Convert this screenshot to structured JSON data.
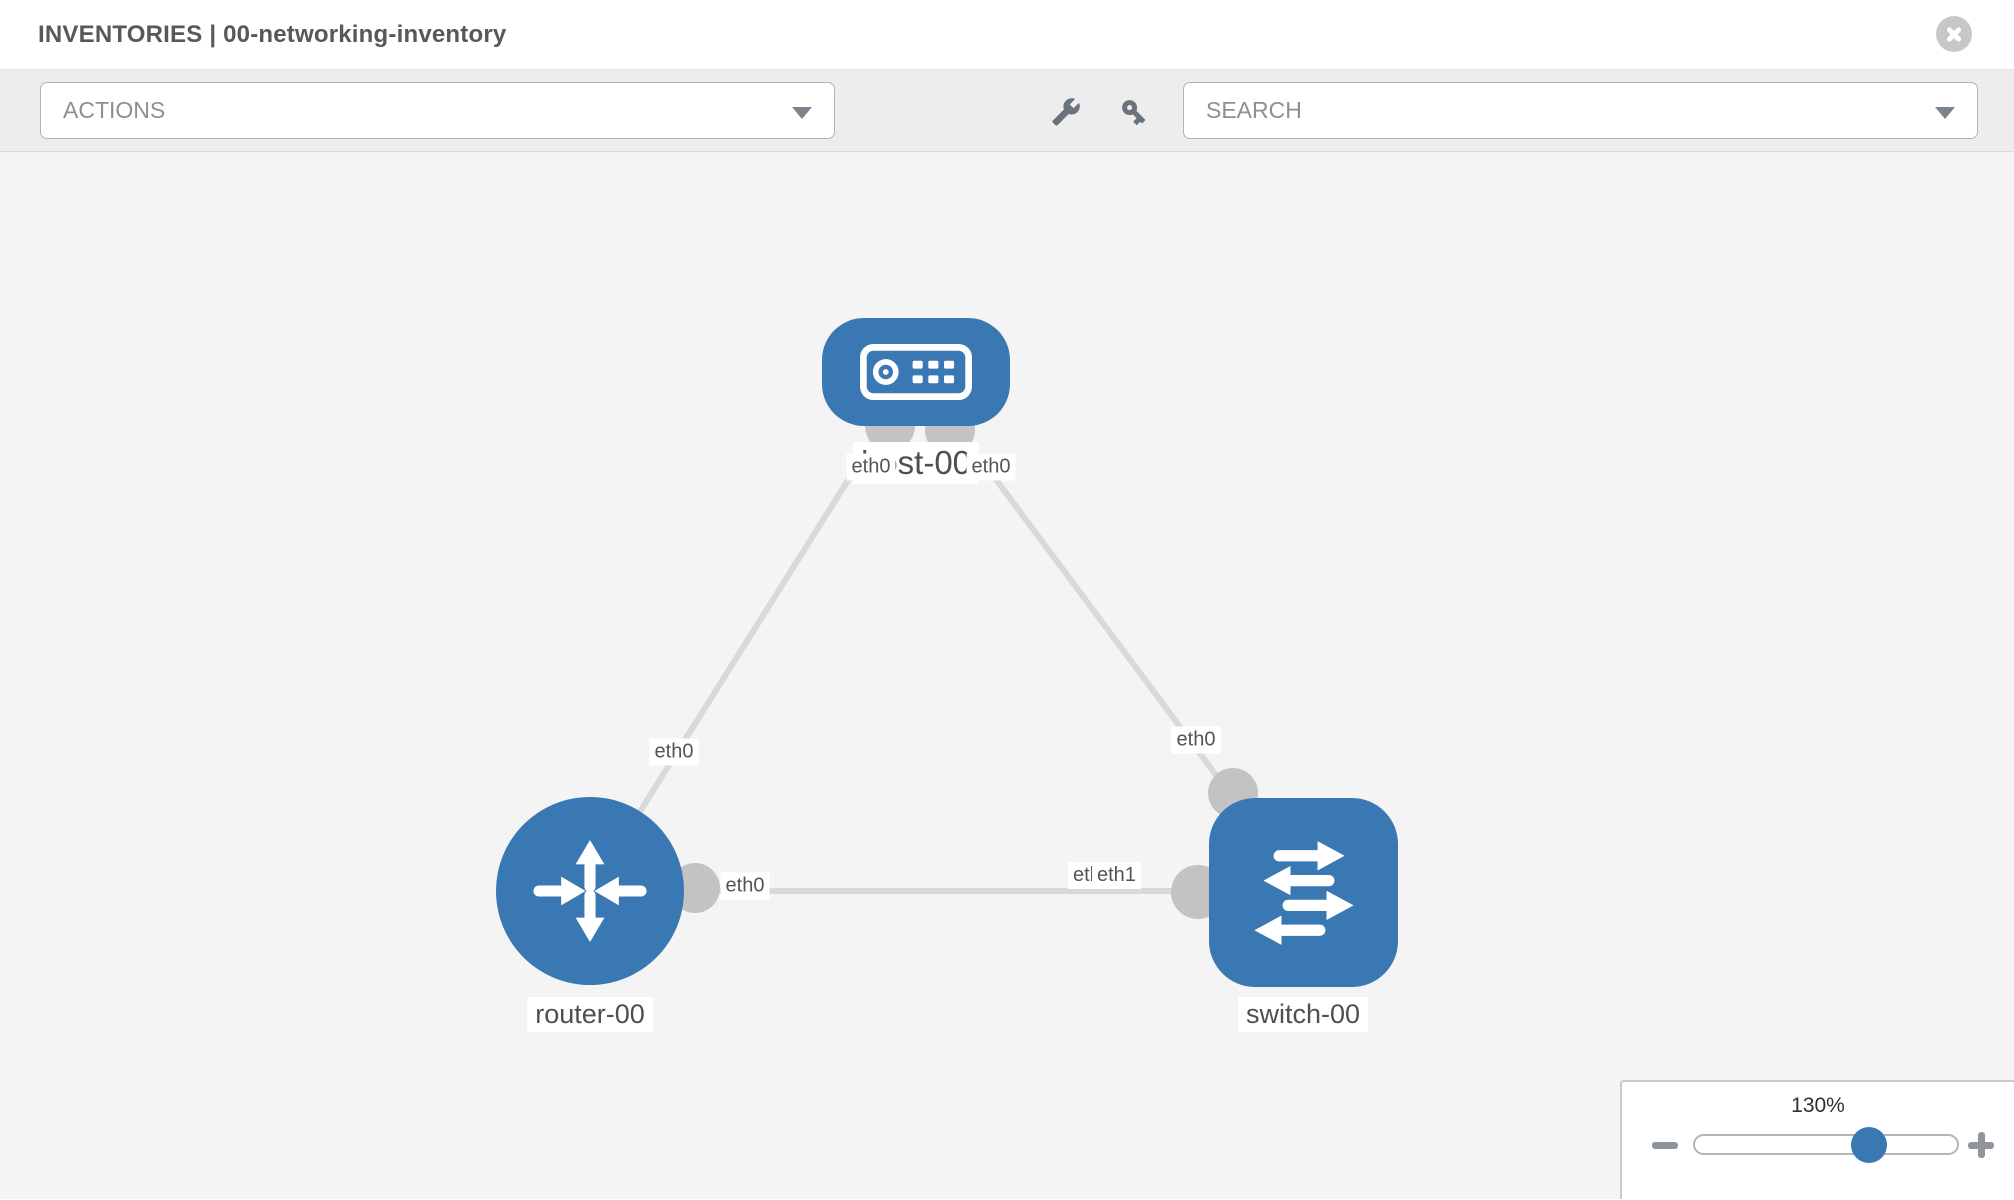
{
  "header": {
    "title": "INVENTORIES | 00-networking-inventory",
    "close_icon": "circle-x-icon"
  },
  "toolbar": {
    "actions_label": "ACTIONS",
    "search_label": "SEARCH",
    "wrench_icon": "wrench-icon",
    "key_icon": "key-icon"
  },
  "topology": {
    "nodes": [
      {
        "id": "host-00",
        "label": "host-00",
        "type": "host",
        "icon": "server-icon"
      },
      {
        "id": "router-00",
        "label": "router-00",
        "type": "router",
        "icon": "router-arrows-icon"
      },
      {
        "id": "switch-00",
        "label": "switch-00",
        "type": "switch",
        "icon": "switch-arrows-icon"
      }
    ],
    "links": [
      {
        "from": "host-00",
        "to": "router-00",
        "from_interface": "eth0",
        "to_interface": "eth0"
      },
      {
        "from": "host-00",
        "to": "switch-00",
        "from_interface": "eth0",
        "to_interface": "eth0"
      },
      {
        "from": "router-00",
        "to": "switch-00",
        "from_interface": "eth0",
        "to_interface": "eth1"
      }
    ],
    "interface_labels": [
      {
        "text": "eth0"
      },
      {
        "text": "eth0"
      },
      {
        "text": "eth0"
      },
      {
        "text": "eth0"
      },
      {
        "text": "eth0"
      },
      {
        "text": "eth0"
      },
      {
        "text": "eth1"
      }
    ]
  },
  "zoom_control": {
    "level": "130%",
    "minus_icon": "minus-icon",
    "plus_icon": "plus-icon"
  },
  "colors": {
    "node_blue": "#3a78b4",
    "link_gray": "#d9d9d9",
    "port_gray": "#c3c3c3",
    "canvas_bg": "#f4f4f4",
    "toolbar_bg": "#ededed"
  }
}
